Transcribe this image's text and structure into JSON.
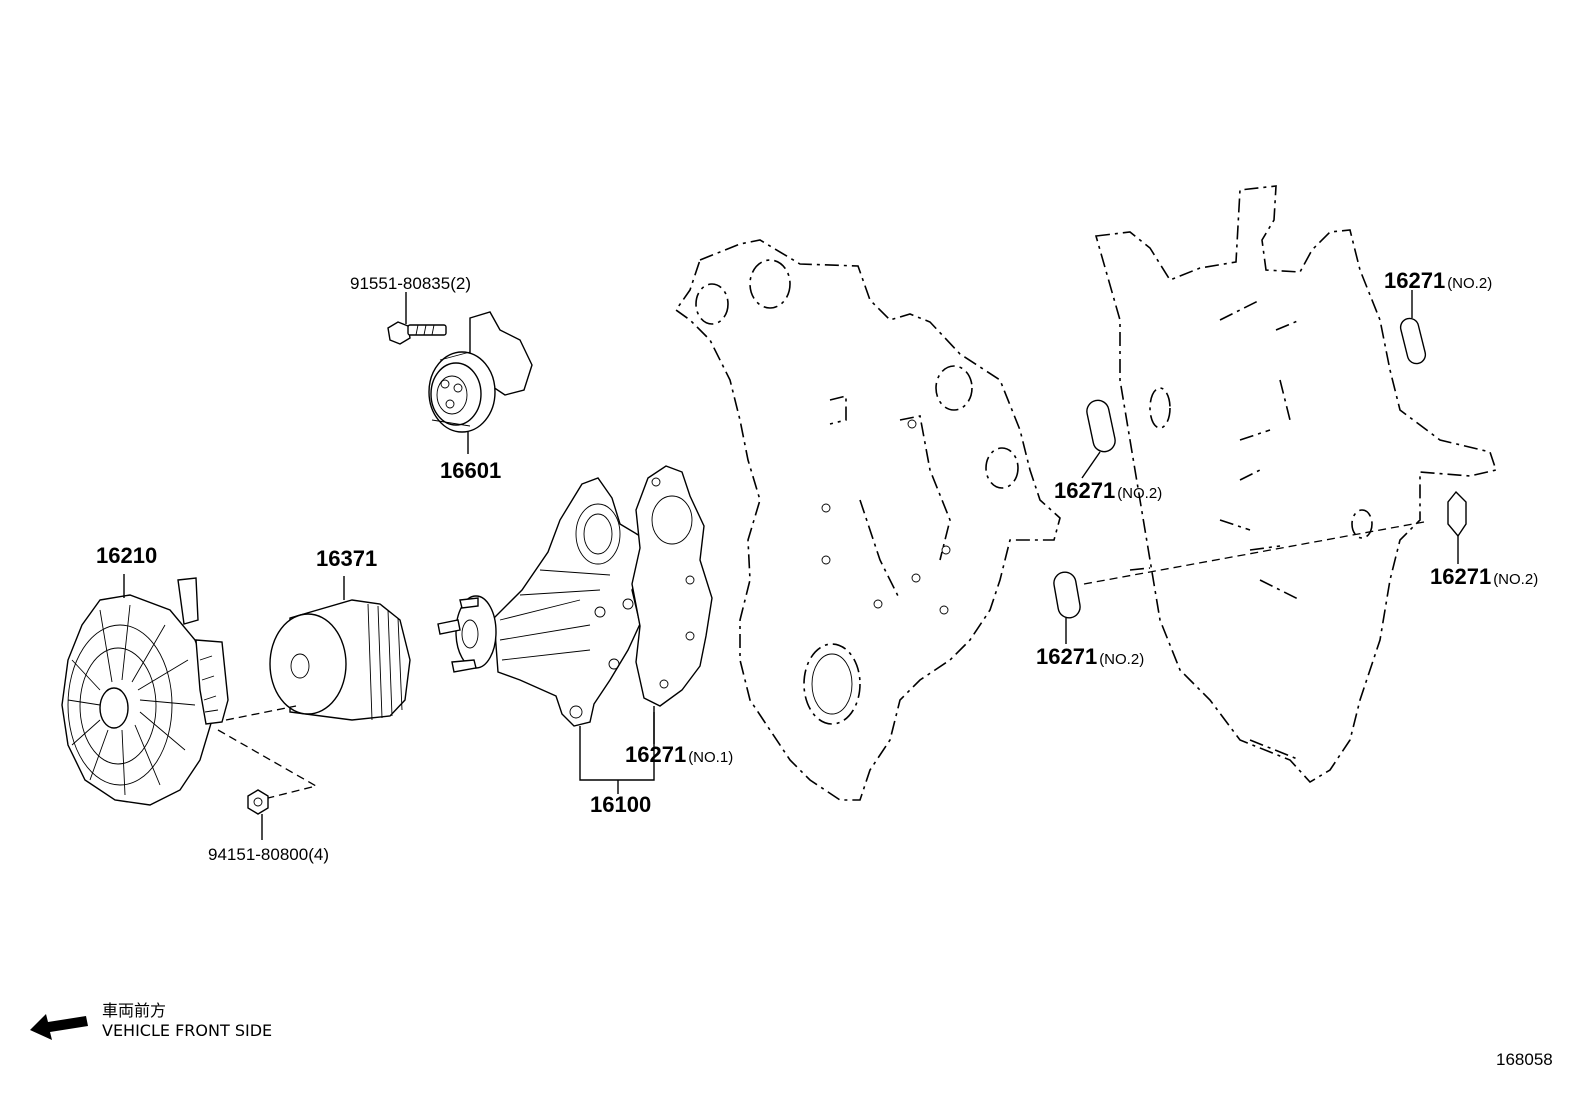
{
  "labels": {
    "bolt": "91551-80835(2)",
    "tensioner": "16601",
    "fan_clutch": "16210",
    "pulley": "16371",
    "nut": "94151-80800(4)",
    "water_pump": "16100",
    "gasket_no1_num": "16271",
    "gasket_no1_suffix": "(NO.1)",
    "gasket_a_num": "16271",
    "gasket_a_suffix": "(NO.2)",
    "gasket_b_num": "16271",
    "gasket_b_suffix": "(NO.2)",
    "gasket_c_num": "16271",
    "gasket_c_suffix": "(NO.2)",
    "gasket_d_num": "16271",
    "gasket_d_suffix": "(NO.2)"
  },
  "footer": {
    "direction_jp": "車両前方",
    "direction_en": "VEHICLE FRONT SIDE",
    "illustration_code": "168058"
  }
}
